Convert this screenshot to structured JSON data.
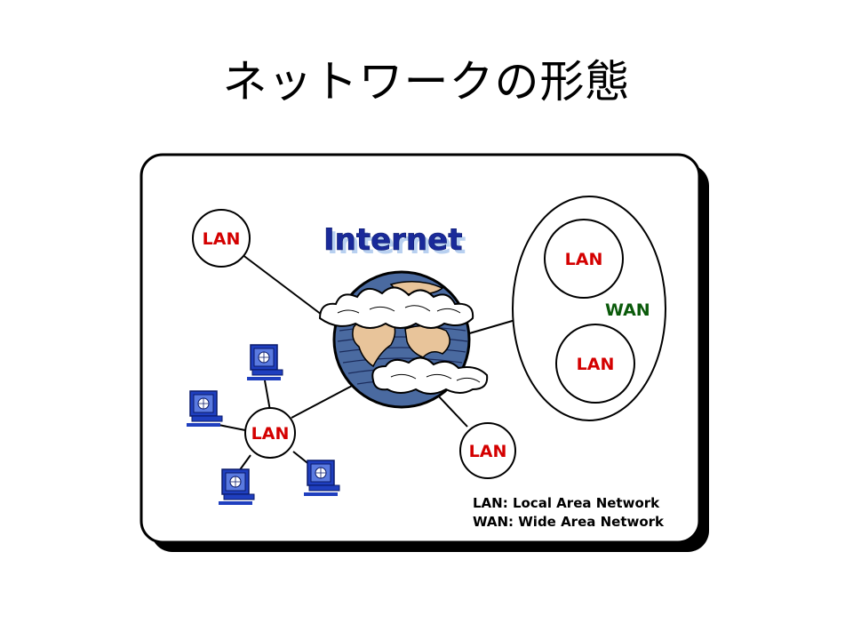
{
  "title": "ネットワークの形態",
  "diagram": {
    "internet_label": "Internet",
    "lan_label": "LAN",
    "wan_label": "WAN",
    "legend": {
      "lan": "LAN: Local Area Network",
      "wan": "WAN: Wide Area Network"
    },
    "colors": {
      "lan_text": "#d40000",
      "wan_text": "#0a5a0a",
      "internet_text": "#1a2a9a",
      "internet_shadow": "#b8d0f0",
      "computer": "#1f3fbf",
      "globe_ocean": "#4a6aa0",
      "globe_land": "#e8c49a"
    }
  }
}
